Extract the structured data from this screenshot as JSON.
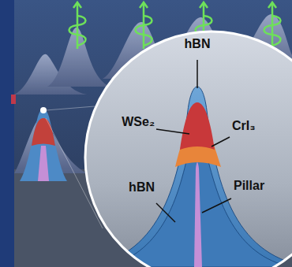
{
  "diagram": {
    "labels": [
      "hBN",
      "WSe₂",
      "CrI₃",
      "Pillar",
      "hBN"
    ]
  }
}
